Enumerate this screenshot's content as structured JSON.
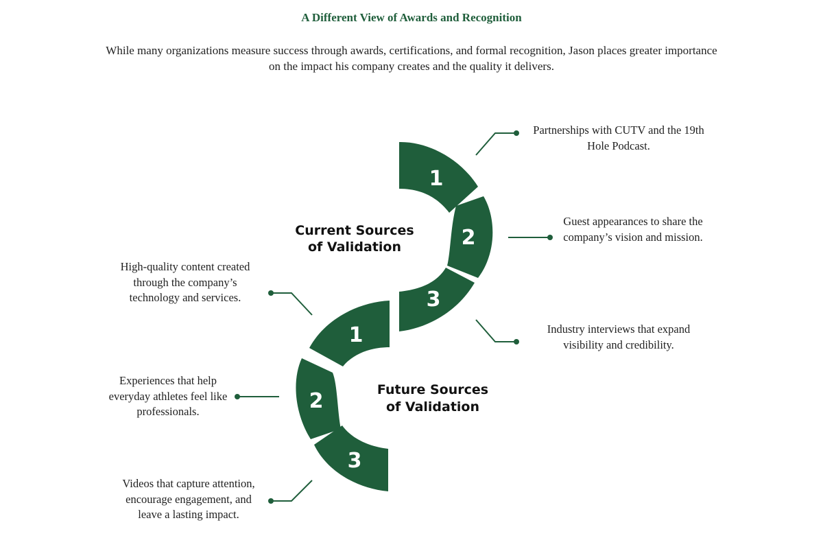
{
  "title": "A Different View of Awards and Recognition",
  "subtitle": "While many organizations measure success through awards, certifications, and formal recognition, Jason places greater importance on the impact his company creates and the quality it delivers.",
  "colors": {
    "segment": "#1f5e3b",
    "text_on_segment": "#ffffff",
    "connector": "#1f5e3b"
  },
  "current": {
    "heading_line1": "Current Sources",
    "heading_line2": "of Validation",
    "items": [
      {
        "number": "1",
        "text": "Partnerships with CUTV and the 19th Hole Podcast."
      },
      {
        "number": "2",
        "text": "Guest appearances to share the company’s vision and mission."
      },
      {
        "number": "3",
        "text": "Industry interviews that expand visibility and credibility."
      }
    ]
  },
  "future": {
    "heading_line1": "Future Sources",
    "heading_line2": "of Validation",
    "items": [
      {
        "number": "1",
        "text": "High-quality content created through the company’s technology and services."
      },
      {
        "number": "2",
        "text": "Experiences that help everyday athletes feel like professionals."
      },
      {
        "number": "3",
        "text": "Videos that capture attention, encourage engagement, and leave a lasting impact."
      }
    ]
  }
}
